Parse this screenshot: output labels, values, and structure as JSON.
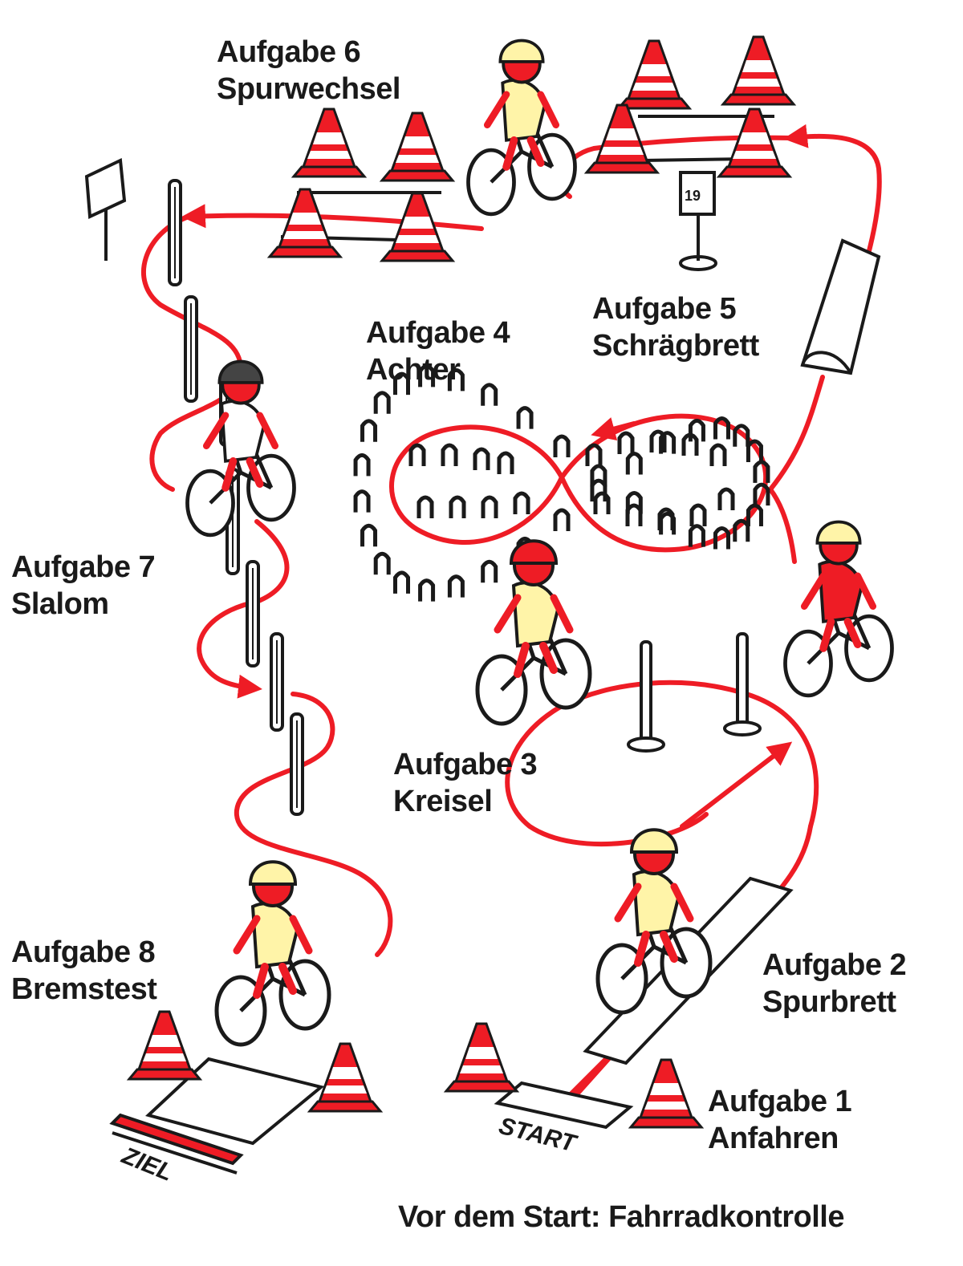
{
  "tasks": [
    {
      "id": "1",
      "title": "Aufgabe 1",
      "subtitle": "Anfahren"
    },
    {
      "id": "2",
      "title": "Aufgabe 2",
      "subtitle": "Spurbrett"
    },
    {
      "id": "3",
      "title": "Aufgabe 3",
      "subtitle": "Kreisel"
    },
    {
      "id": "4",
      "title": "Aufgabe 4",
      "subtitle": "Achter"
    },
    {
      "id": "5",
      "title": "Aufgabe 5",
      "subtitle": "Schrägbrett"
    },
    {
      "id": "6",
      "title": "Aufgabe 6",
      "subtitle": "Spurwechsel"
    },
    {
      "id": "7",
      "title": "Aufgabe 7",
      "subtitle": "Slalom"
    },
    {
      "id": "8",
      "title": "Aufgabe 8",
      "subtitle": "Bremstest"
    }
  ],
  "start_label": "START",
  "finish_label": "ZIEL",
  "sign_label": "19",
  "footer_note": "Vor dem Start: Fahrradkontrolle",
  "colors": {
    "route": "#ee1c25",
    "cone": "#ee1c25",
    "ink": "#1a1a1a",
    "jersey": "#fff4a8",
    "skin": "#ee1c25"
  },
  "icons": [
    "traffic-cone-icon",
    "bicycle-rider-icon",
    "slalom-pole-icon",
    "road-sign-icon"
  ]
}
